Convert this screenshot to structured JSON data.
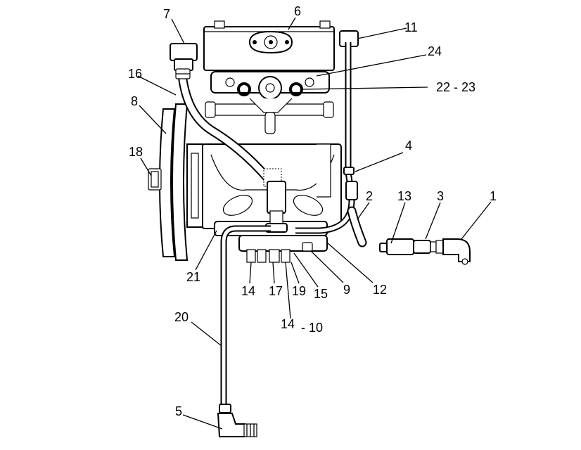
{
  "callouts": {
    "c1": "1",
    "c2": "2",
    "c3": "3",
    "c4": "4",
    "c5": "5",
    "c6": "6",
    "c7": "7",
    "c8": "8",
    "c9": "9",
    "c10": "- 10",
    "c11": "11",
    "c12": "12",
    "c13": "13",
    "c14a": "14",
    "c14b": "14",
    "c15": "15",
    "c16": "16",
    "c17": "17",
    "c18": "18",
    "c19": "19",
    "c20": "20",
    "c21": "21",
    "c22": "22 - 23",
    "c24": "24"
  }
}
